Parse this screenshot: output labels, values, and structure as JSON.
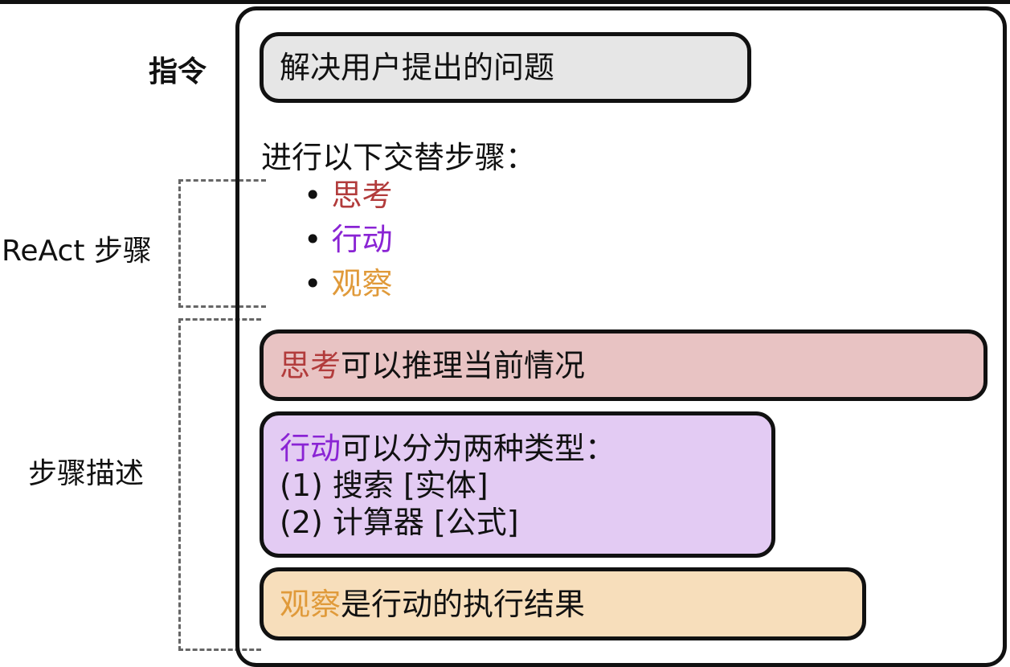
{
  "labels": {
    "instruction": "指令",
    "react_steps": "ReAct 步骤",
    "step_desc": "步骤描述"
  },
  "instruction_box": "解决用户提出的问题",
  "steps_intro": "进行以下交替步骤：",
  "steps": [
    {
      "label": "思考",
      "color": "#b23c3c"
    },
    {
      "label": "行动",
      "color": "#8a24d4"
    },
    {
      "label": "观察",
      "color": "#e09a3a"
    }
  ],
  "thought_box": {
    "keyword": "思考",
    "text": "可以推理当前情况",
    "bg": "#e8c3c3"
  },
  "action_box": {
    "keyword": "行动",
    "text": "可以分为两种类型：",
    "line1": "(1) 搜索 [实体]",
    "line2": "(2) 计算器 [公式]",
    "bg": "#e3cbf3"
  },
  "observation_box": {
    "keyword": "观察",
    "text": "是行动的执行结果",
    "bg": "#f7debb"
  }
}
